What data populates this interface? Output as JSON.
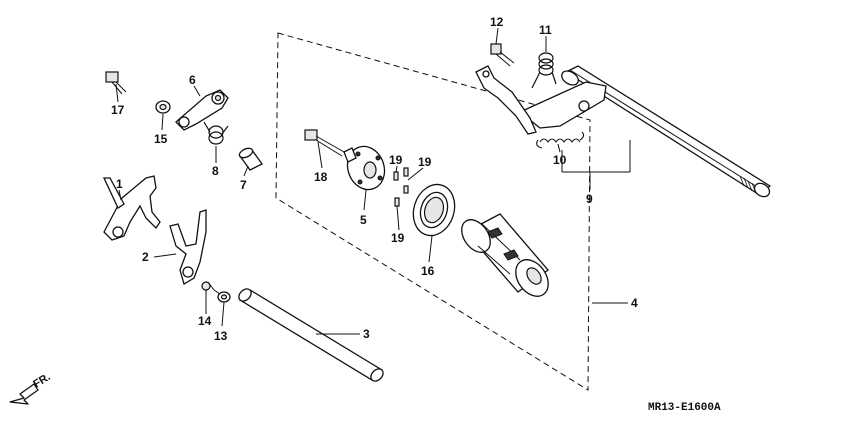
{
  "parts": [
    {
      "id": "p1",
      "label": "1"
    },
    {
      "id": "p2",
      "label": "2"
    },
    {
      "id": "p3",
      "label": "3"
    },
    {
      "id": "p4",
      "label": "4"
    },
    {
      "id": "p5",
      "label": "5"
    },
    {
      "id": "p6",
      "label": "6"
    },
    {
      "id": "p7",
      "label": "7"
    },
    {
      "id": "p8",
      "label": "8"
    },
    {
      "id": "p9",
      "label": "9"
    },
    {
      "id": "p10",
      "label": "10"
    },
    {
      "id": "p11",
      "label": "11"
    },
    {
      "id": "p12",
      "label": "12"
    },
    {
      "id": "p13",
      "label": "13"
    },
    {
      "id": "p14",
      "label": "14"
    },
    {
      "id": "p15",
      "label": "15"
    },
    {
      "id": "p16",
      "label": "16"
    },
    {
      "id": "p17",
      "label": "17"
    },
    {
      "id": "p18",
      "label": "18"
    },
    {
      "id": "p19a",
      "label": "19"
    },
    {
      "id": "p19b",
      "label": "19"
    },
    {
      "id": "p19c",
      "label": "19"
    }
  ],
  "direction_label": "FR.",
  "diagram_code": "MR13-E1600A"
}
